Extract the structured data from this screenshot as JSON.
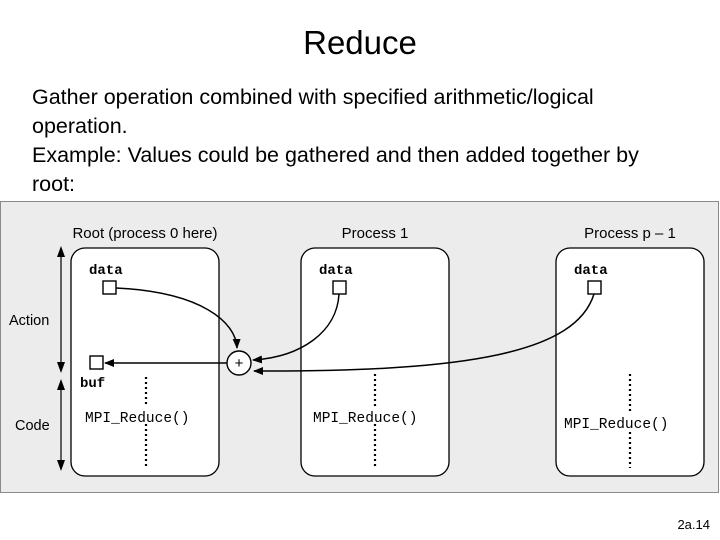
{
  "slide": {
    "title": "Reduce",
    "body_lines": [
      "Gather operation combined with specified arithmetic/logical",
      "operation.",
      "Example: Values could be gathered and then added together by",
      "root:"
    ],
    "footer": "2a.14"
  },
  "diagram": {
    "labels": {
      "action": "Action",
      "code": "Code",
      "operator": "+"
    },
    "processes": [
      {
        "header": "Root (process 0 here)",
        "data_label": "data",
        "buf_label": "buf",
        "call": "MPI_Reduce()"
      },
      {
        "header": "Process 1",
        "data_label": "data",
        "call": "MPI_Reduce()"
      },
      {
        "header": "Process p – 1",
        "data_label": "data",
        "call": "MPI_Reduce()"
      }
    ]
  }
}
